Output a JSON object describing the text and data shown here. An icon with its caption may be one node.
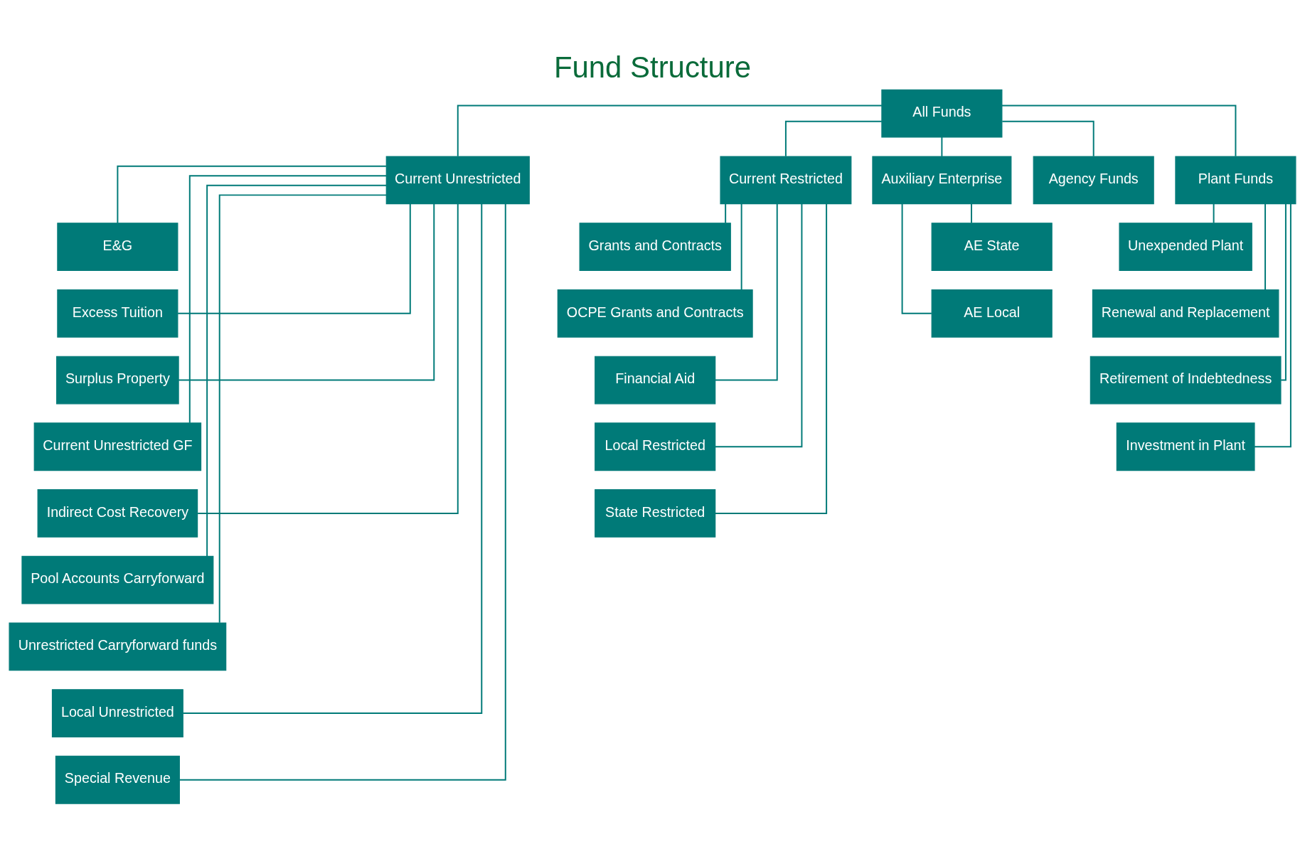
{
  "diagram": {
    "title": "Fund Structure",
    "nodes": [
      {
        "text": [
          "All Funds"
        ]
      },
      {
        "text": [
          "Current Unrestricted"
        ]
      },
      {
        "text": [
          "Current Restricted"
        ]
      },
      {
        "text": [
          "Auxiliary Enterprise"
        ]
      },
      {
        "text": [
          "Agency Funds"
        ]
      },
      {
        "text": [
          "Plant Funds"
        ]
      },
      {
        "text": [
          "E&G"
        ]
      },
      {
        "text": [
          "Excess Tuition"
        ]
      },
      {
        "text": [
          "Surplus Property"
        ]
      },
      {
        "text": [
          "Current Unrestricted GF"
        ]
      },
      {
        "text": [
          "Indirect Cost Recovery"
        ]
      },
      {
        "text": [
          "Pool Accounts Carryforward"
        ]
      },
      {
        "text": [
          "Unrestricted Carryforward funds"
        ]
      },
      {
        "text": [
          "Local Unrestricted"
        ]
      },
      {
        "text": [
          "Special Revenue"
        ]
      },
      {
        "text": [
          "Grants and Contracts"
        ]
      },
      {
        "text": [
          "OCPE Grants and Contracts"
        ]
      },
      {
        "text": [
          "Financial Aid"
        ]
      },
      {
        "text": [
          "Local Restricted"
        ]
      },
      {
        "text": [
          "State Restricted"
        ]
      },
      {
        "text": [
          "AE State"
        ]
      },
      {
        "text": [
          "AE Local"
        ]
      },
      {
        "text": [
          "Unexpended Plant"
        ]
      },
      {
        "text": [
          "Renewal and Replacement"
        ]
      },
      {
        "text": [
          "Retirement of Indebtedness"
        ]
      },
      {
        "text": [
          "Investment in Plant"
        ]
      }
    ],
    "edges": [
      {
        "from": 0,
        "to": 1,
        "arrow": "none"
      },
      {
        "from": 0,
        "to": 2,
        "arrow": "none"
      },
      {
        "from": 0,
        "to": 3,
        "arrow": "none"
      },
      {
        "from": 0,
        "to": 4,
        "arrow": "none"
      },
      {
        "from": 0,
        "to": 5,
        "arrow": "none"
      },
      {
        "from": 1,
        "to": 6,
        "arrow": "none"
      },
      {
        "from": 1,
        "to": 7,
        "arrow": "none"
      },
      {
        "from": 1,
        "to": 8,
        "arrow": "none"
      },
      {
        "from": 1,
        "to": 9,
        "arrow": "none"
      },
      {
        "from": 1,
        "to": 10,
        "arrow": "none"
      },
      {
        "from": 1,
        "to": 11,
        "arrow": "none"
      },
      {
        "from": 1,
        "to": 12,
        "arrow": "none"
      },
      {
        "from": 1,
        "to": 13,
        "arrow": "none"
      },
      {
        "from": 1,
        "to": 14,
        "arrow": "none"
      },
      {
        "from": 2,
        "to": 15,
        "arrow": "none"
      },
      {
        "from": 2,
        "to": 16,
        "arrow": "none"
      },
      {
        "from": 2,
        "to": 17,
        "arrow": "none"
      },
      {
        "from": 2,
        "to": 18,
        "arrow": "none"
      },
      {
        "from": 2,
        "to": 19,
        "arrow": "none"
      },
      {
        "from": 3,
        "to": 20,
        "arrow": "none"
      },
      {
        "from": 3,
        "to": 21,
        "arrow": "none"
      },
      {
        "from": 5,
        "to": 22,
        "arrow": "none"
      },
      {
        "from": 5,
        "to": 23,
        "arrow": "none"
      },
      {
        "from": 5,
        "to": 24,
        "arrow": "none"
      },
      {
        "from": 5,
        "to": 25,
        "arrow": "none"
      }
    ]
  }
}
